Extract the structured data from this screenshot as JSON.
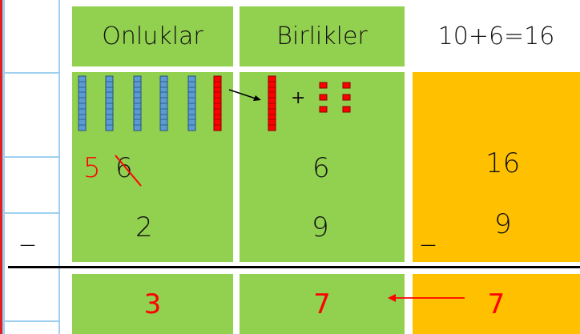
{
  "headers": {
    "tens": "Onluklar",
    "ones": "Birlikler",
    "equation": "10+6=16"
  },
  "blocks": {
    "plus": "+",
    "blue_rods": 5,
    "red_rods_tens": 1,
    "red_rods_ones": 1,
    "small_red_cubes": 6
  },
  "row1": {
    "tens_new": "5",
    "tens_old": "6",
    "ones": "6",
    "side": "16"
  },
  "row2": {
    "minus": "_",
    "tens": "2",
    "ones": "9",
    "side_minus": "_",
    "side": "9"
  },
  "result": {
    "tens": "3",
    "ones": "7",
    "side": "7"
  },
  "colors": {
    "green": "#92d050",
    "orange": "#ffc000",
    "red": "#ff0000",
    "blue_block": "#5b9bd5"
  }
}
